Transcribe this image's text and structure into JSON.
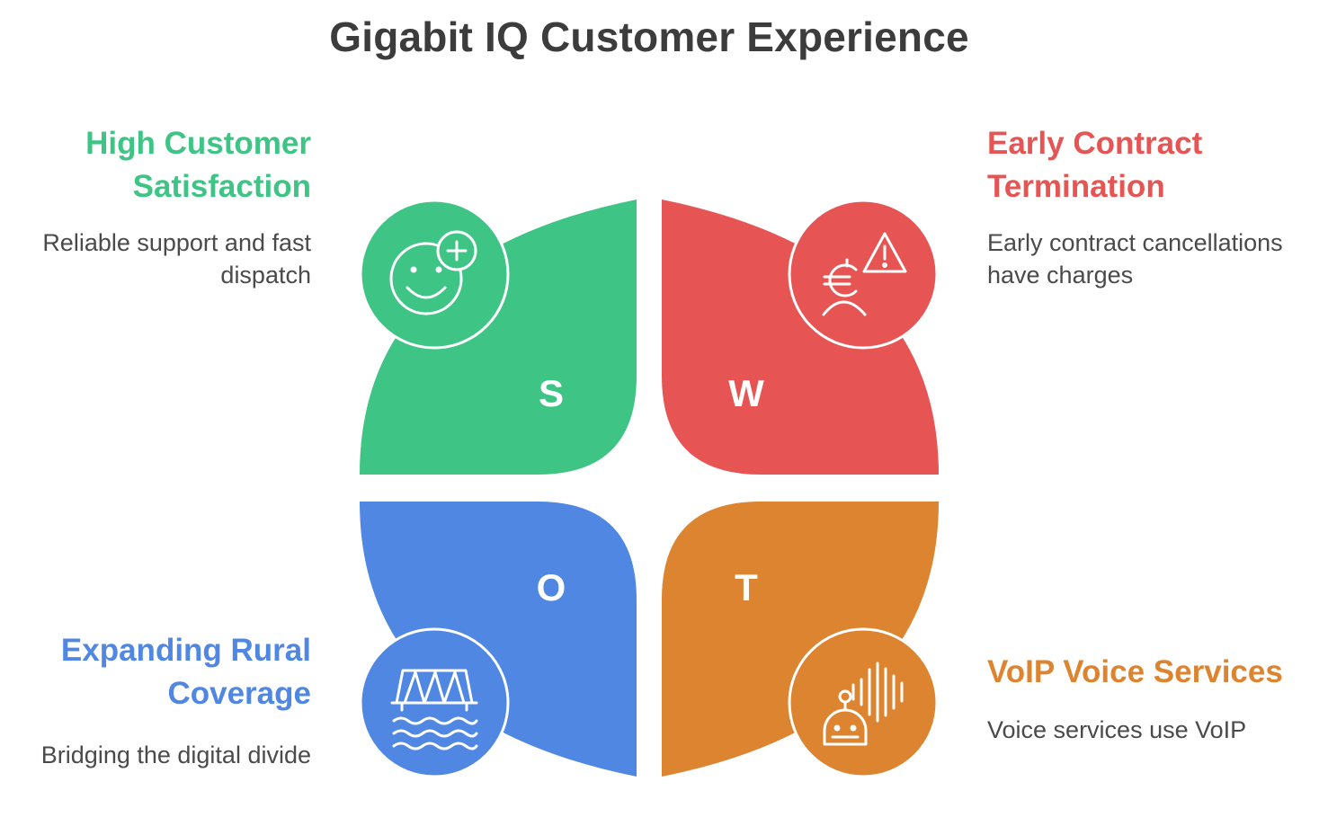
{
  "title": "Gigabit IQ Customer Experience",
  "colors": {
    "strengths": "#3ec585",
    "weaknesses": "#e65553",
    "opportunities": "#4f87e3",
    "threats": "#dd8430"
  },
  "quadrants": {
    "strengths": {
      "letter": "S",
      "heading_line1": "High Customer",
      "heading_line2": "Satisfaction",
      "desc_line1": "Reliable support and fast",
      "desc_line2": "dispatch",
      "icon": "smiley-plus-icon"
    },
    "weaknesses": {
      "letter": "W",
      "heading_line1": "Early Contract",
      "heading_line2": "Termination",
      "desc_line1": "Early contract cancellations",
      "desc_line2": "have charges",
      "icon": "person-euro-warning-icon"
    },
    "opportunities": {
      "letter": "O",
      "heading_line1": "Expanding Rural",
      "heading_line2": "Coverage",
      "desc_line1": "Bridging the digital divide",
      "icon": "bridge-icon"
    },
    "threats": {
      "letter": "T",
      "heading_line1": "VoIP Voice Services",
      "desc_line1": "Voice services use VoIP",
      "icon": "robot-soundwave-icon"
    }
  }
}
